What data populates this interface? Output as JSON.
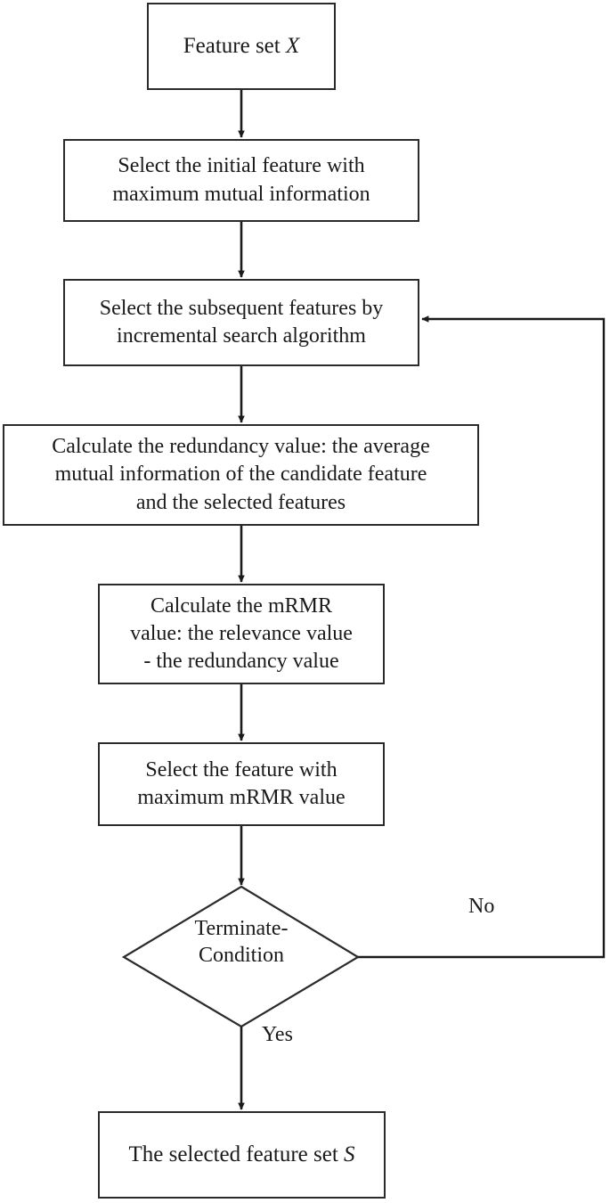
{
  "diagram": {
    "title": "mRMR feature selection flowchart",
    "type": "flowchart",
    "colors": {
      "stroke": "#2b2b2b",
      "fill": "#ffffff",
      "text": "#1a1a1a"
    },
    "nodes": [
      {
        "id": "start",
        "shape": "rectangle",
        "label": "Feature set X",
        "label_plain": "Feature set X",
        "italic_token": "X"
      },
      {
        "id": "initial-feature",
        "shape": "rectangle",
        "label": "Select the initial feature with\nmaximum mutual information"
      },
      {
        "id": "subsequent-features",
        "shape": "rectangle",
        "label": "Select the subsequent features by\nincremental search algorithm"
      },
      {
        "id": "redundancy",
        "shape": "rectangle",
        "label": "Calculate the redundancy value: the average\nmutual information of the candidate feature\nand the selected features"
      },
      {
        "id": "mrmr-value",
        "shape": "rectangle",
        "label": "Calculate the mRMR\nvalue: the relevance value\n- the redundancy value"
      },
      {
        "id": "select-max",
        "shape": "rectangle",
        "label": "Select the feature with\nmaximum mRMR value"
      },
      {
        "id": "terminate-condition",
        "shape": "diamond",
        "label": "Terminate-\nCondition"
      },
      {
        "id": "end",
        "shape": "rectangle",
        "label": "The selected feature set S",
        "label_plain": "The selected feature set S",
        "italic_token": "S"
      }
    ],
    "edge_labels": {
      "no": "No",
      "yes": "Yes"
    },
    "edges": [
      {
        "from": "start",
        "to": "initial-feature",
        "label": ""
      },
      {
        "from": "initial-feature",
        "to": "subsequent-features",
        "label": ""
      },
      {
        "from": "subsequent-features",
        "to": "redundancy",
        "label": ""
      },
      {
        "from": "redundancy",
        "to": "mrmr-value",
        "label": ""
      },
      {
        "from": "mrmr-value",
        "to": "select-max",
        "label": ""
      },
      {
        "from": "select-max",
        "to": "terminate-condition",
        "label": ""
      },
      {
        "from": "terminate-condition",
        "to": "subsequent-features",
        "label": "No"
      },
      {
        "from": "terminate-condition",
        "to": "end",
        "label": "Yes"
      }
    ]
  }
}
